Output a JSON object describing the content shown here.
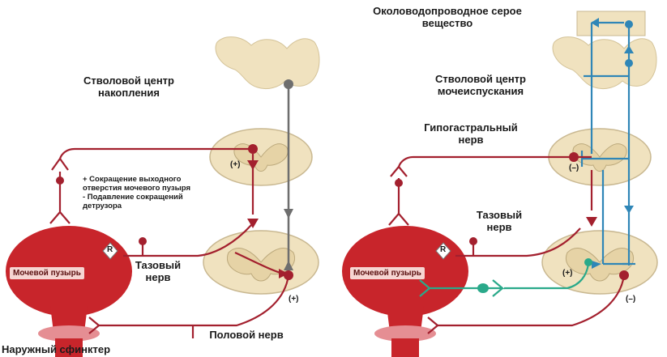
{
  "colors": {
    "red": "#a3202e",
    "blue": "#2f86b7",
    "teal": "#2aa98a",
    "gray": "#6e6e6e",
    "cord": "#f0e2bf",
    "bladder": "#c8252b"
  },
  "left": {
    "brainstem_label": "Стволовой центр\nнакопления",
    "effects_label": "+ Сокращение выходного\nотверстия мочевого пузыря\n- Подавление сокращений\nдетрузора",
    "bladder_label": "Мочевой пузырь",
    "pelvic_nerve_label": "Тазовый\nнерв",
    "pudendal_nerve_label": "Половой нерв",
    "sphincter_label": "Наружный сфинктер",
    "plus_upper": "(+)",
    "plus_lower": "(+)",
    "receptor_label": "R"
  },
  "right": {
    "pag_label": "Околоводопроводное серое\nвещество",
    "brainstem_label": "Стволовой центр\nмочеиспускания",
    "hypogastric_label": "Гипогастральный\nнерв",
    "pelvic_label": "Тазовый\nнерв",
    "bladder_label": "Мочевой пузырь",
    "minus_upper": "(–)",
    "plus_mid": "(+)",
    "minus_lower": "(–)",
    "receptor_label": "R"
  }
}
